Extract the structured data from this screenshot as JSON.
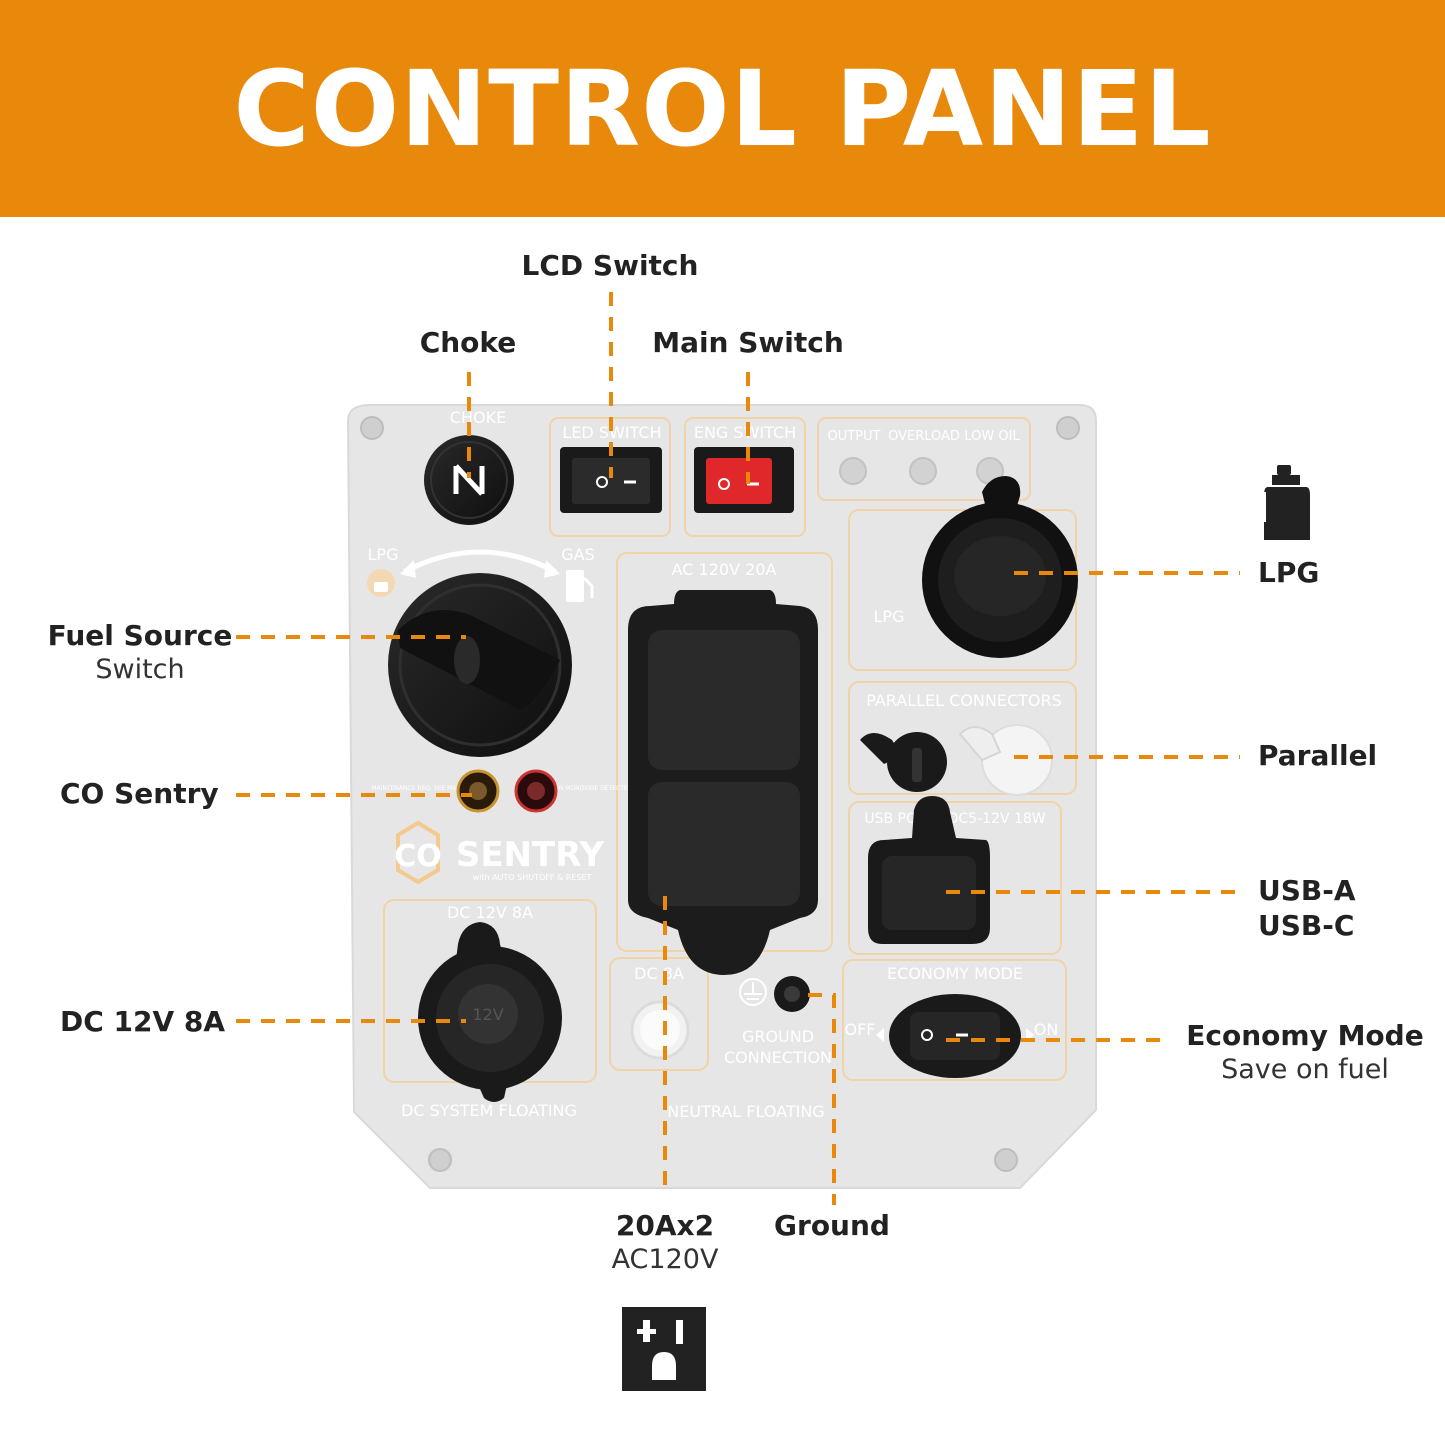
{
  "header": {
    "title": "CONTROL PANEL"
  },
  "colors": {
    "accent": "#E8890B",
    "panel": "#E6E6E6",
    "knob": "#1A1A1A",
    "switch_red": "#E0282B"
  },
  "callouts": {
    "lcd_switch": {
      "title": "LCD Switch"
    },
    "choke": {
      "title": "Choke"
    },
    "main_switch": {
      "title": "Main Switch"
    },
    "fuel_source": {
      "title": "Fuel Source",
      "subtitle": "Switch"
    },
    "co_sentry": {
      "title": "CO Sentry"
    },
    "dc": {
      "title": "DC 12V 8A"
    },
    "lpg": {
      "title": "LPG"
    },
    "parallel": {
      "title": "Parallel"
    },
    "usb": {
      "title": "USB-A",
      "subtitle": "USB-C"
    },
    "economy": {
      "title": "Economy Mode",
      "subtitle": "Save on fuel"
    },
    "ac": {
      "title": "20Ax2",
      "subtitle": "AC120V"
    },
    "ground": {
      "title": "Ground"
    }
  },
  "panel_labels": {
    "choke": "CHOKE",
    "led_switch": "LED SWITCH",
    "eng_switch": "ENG SWITCH",
    "output": "OUTPUT",
    "overload": "OVERLOAD",
    "low_oil": "LOW OIL",
    "lpg_left": "LPG",
    "gas": "GAS",
    "ac_rating": "AC 120V 20A",
    "lpg_port": "LPG",
    "parallel_connectors": "PARALLEL CONNECTORS",
    "usb_ports": "USB PORTS DC5-12V 18W",
    "maintenance": "MAINTENANCE REQ. SEE MANUAL",
    "carbon": "CARBON MONOXIDE DETECTED",
    "co_logo": "CO",
    "sentry_logo": "SENTRY",
    "sentry_tagline": "with AUTO SHUTOFF & RESET",
    "dc_rating": "DC 12V 8A",
    "dc_cap": "12V",
    "dc_system": "DC SYSTEM FLOATING",
    "dc_breaker": "DC 8A",
    "ground_connection_1": "GROUND",
    "ground_connection_2": "CONNECTION",
    "neutral_floating": "NEUTRAL FLOATING",
    "economy_mode": "ECONOMY MODE",
    "off": "OFF",
    "on": "ON"
  },
  "icons": [
    "lpg-tank-icon",
    "ac-outlet-icon",
    "fuel-pump-icon",
    "lock-icon",
    "ground-symbol-icon"
  ]
}
